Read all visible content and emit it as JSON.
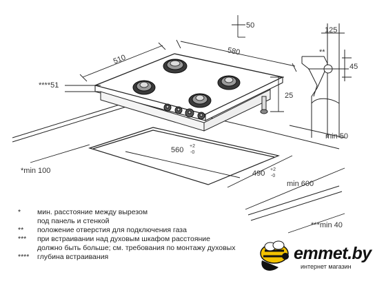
{
  "dimensions": {
    "d50_top": "50",
    "d510": "510",
    "d580": "580",
    "d51": "****51",
    "d25": "25",
    "d125": "125",
    "d45": "45",
    "dstar2": "**",
    "dmin50": "min 50",
    "d560": "560",
    "d490": "490",
    "tol_plus": "+2",
    "tol_minus": "-0",
    "dmin100": "*min 100",
    "dmin600": "min 600",
    "dmin40": "***min 40"
  },
  "notes": [
    {
      "mark": "*",
      "lines": [
        "мин. расстояние между вырезом",
        "под панель и стенкой"
      ]
    },
    {
      "mark": "**",
      "lines": [
        "положение отверстия для подключения газа"
      ]
    },
    {
      "mark": "***",
      "lines": [
        "при встраивании над духовым шкафом расстояние",
        "должно быть больше; см. требования по монтажу духовых"
      ]
    },
    {
      "mark": "****",
      "lines": [
        "глубина встраивания"
      ]
    }
  ],
  "logo": {
    "name": "emmet.by",
    "tagline": "интернет магазин"
  }
}
